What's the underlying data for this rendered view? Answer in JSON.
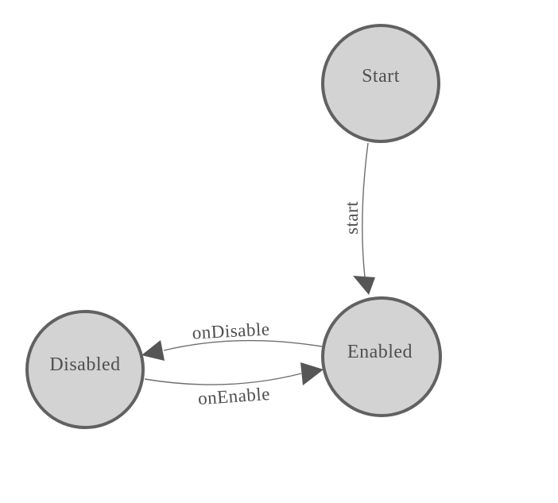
{
  "diagram": {
    "colors": {
      "background": "#ffffff",
      "node_fill": "#d3d3d3",
      "node_stroke": "#616161",
      "edge_stroke": "#6e6e6e",
      "arrow_fill": "#565656",
      "text_color": "#4f4f4f"
    },
    "nodes": [
      {
        "id": "start",
        "label": "Start"
      },
      {
        "id": "enabled",
        "label": "Enabled"
      },
      {
        "id": "disabled",
        "label": "Disabled"
      }
    ],
    "edges": [
      {
        "id": "start-transition",
        "label": "start",
        "from": "Start",
        "to": "Enabled"
      },
      {
        "id": "on-disable",
        "label": "onDisable",
        "from": "Enabled",
        "to": "Disabled"
      },
      {
        "id": "on-enable",
        "label": "onEnable",
        "from": "Disabled",
        "to": "Enabled"
      }
    ]
  }
}
